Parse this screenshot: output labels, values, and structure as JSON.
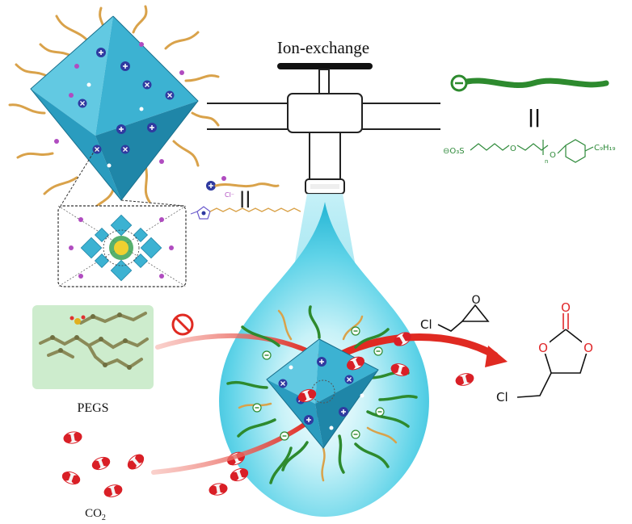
{
  "labels": {
    "ion_exchange": "Ion-exchange",
    "pegs": "PEGS",
    "co2_base": "CO",
    "co2_sub": "2",
    "equals_left": "||",
    "equals_right": "||"
  },
  "chem_text": {
    "chloride_ion": "Cl⁻",
    "epichlorohydrin_cl": "Cl",
    "epichlorohydrin_o": "O",
    "carbonate_o_top": "O",
    "carbonate_o_left": "O",
    "carbonate_o_right": "O",
    "carbonate_cl": "Cl",
    "pegs_sulfonate": "⊖O₃S",
    "pegs_o1": "O",
    "pegs_o2": "O",
    "pegs_tail": "C₉H₁₉",
    "pegs_n": "n"
  },
  "colors": {
    "crystal": "#3cb2d2",
    "crystal_dark": "#1f86a8",
    "orange_chain": "#d9a24a",
    "green_chain": "#2d8a2e",
    "co2_red": "#d91f26",
    "arrow_red": "#e02a22",
    "droplet_light": "#ffffff",
    "droplet_mid": "#8fe3f2",
    "droplet_dark": "#2fc0dc",
    "pegs_box": "#cdeccd",
    "ion_blue": "#2f3aa0",
    "ion_purple": "#b04cc0",
    "struct_green": "#2e8a3a",
    "carbonate_red": "#e0282a"
  }
}
